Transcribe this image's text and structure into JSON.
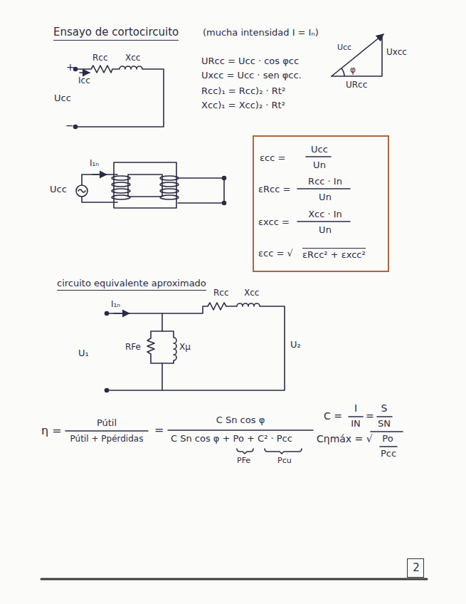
{
  "diagram": {
    "title": "Ensayo de cortocircuito",
    "nodes": [
      {
        "text": [
          "εcc =",
          "Ucc",
          "Un",
          "εRcc =",
          "Rcc · In",
          "Un",
          "εxcc =",
          "Xcc · In",
          "Un",
          "εcc = √",
          "εRcc² + εxcc²"
        ]
      },
      {
        "text": [
          "2"
        ]
      }
    ],
    "labels": [
      "(mucha intensidad I = Iₙ)",
      "+",
      "Rcc",
      "Xcc",
      "Icc",
      "Ucc",
      "−",
      "URcc = Ucc · cos φcc",
      "Uxcc = Ucc · sen φcc.",
      "Rcc)₁ = Rcc)₂ · Rt²",
      "Xcc)₁ = Xcc)₂ · Rt²",
      "Ucc",
      "Uxcc",
      "φ",
      "URcc",
      "I₁ₙ",
      "Ucc",
      "circuito equivalente aproximado",
      "Rcc",
      "Xcc",
      "I₁ₙ",
      "RFe",
      "Xμ",
      "U₁",
      "U₂",
      "η =",
      "Pútil",
      "Pútil + Ppérdidas",
      "=",
      "C Sn cos φ",
      "C Sn cos φ + Po + C² · Pcc",
      "PFe",
      "Pcu",
      "C =",
      "I",
      "IN",
      "=",
      "S",
      "SN",
      "Cηmáx = √",
      "Po",
      "Pcc"
    ]
  }
}
